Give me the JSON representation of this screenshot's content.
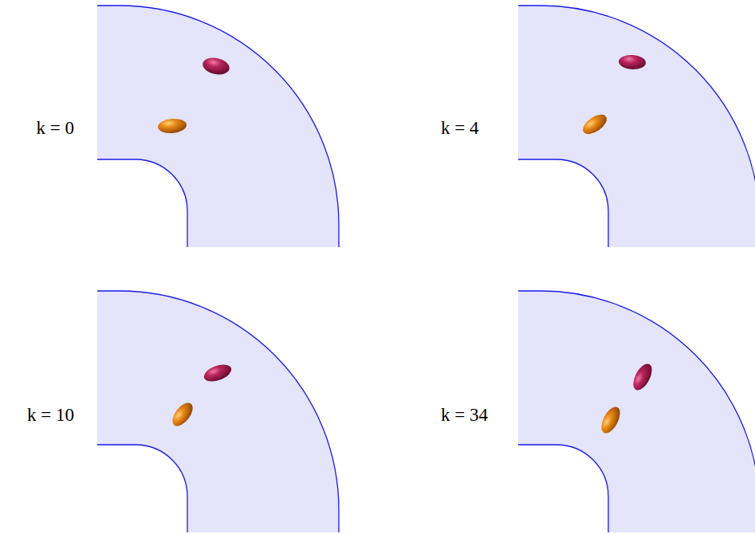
{
  "diagram": {
    "labels": [
      "k = 0",
      "k = 4",
      "k = 10",
      "k = 34"
    ]
  }
}
